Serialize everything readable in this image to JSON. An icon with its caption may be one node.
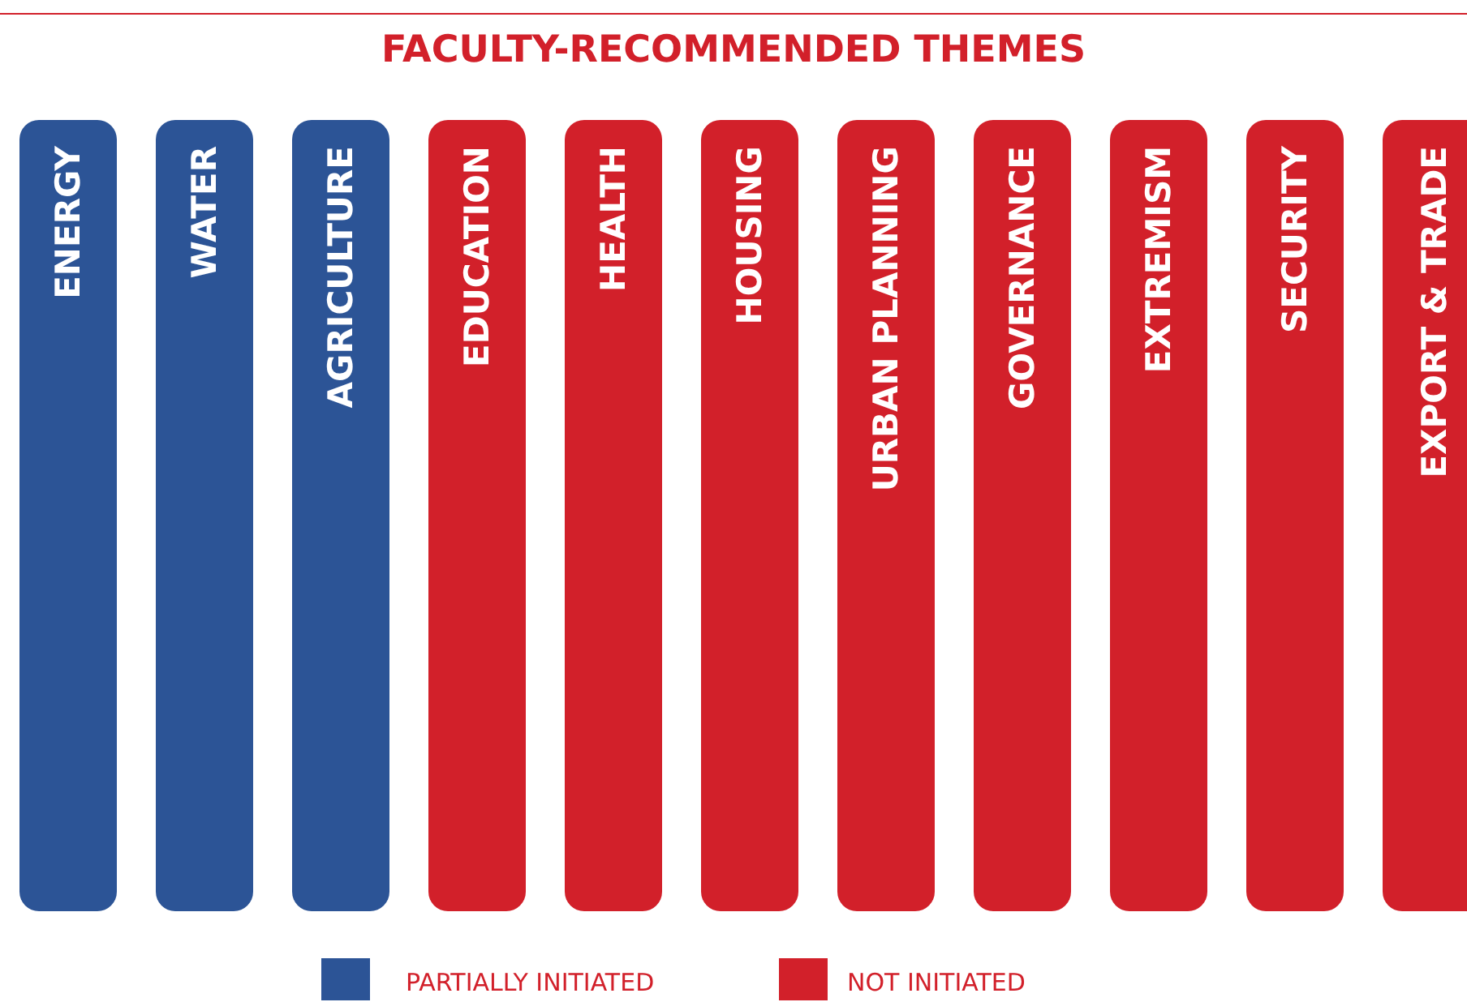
{
  "diagram": {
    "title": "FACULTY-RECOMMENDED THEMES",
    "nodes": [
      {
        "text": [
          "ENERGY"
        ]
      },
      {
        "text": [
          "WATER"
        ]
      },
      {
        "text": [
          "AGRICULTURE"
        ]
      },
      {
        "text": [
          "EDUCATION"
        ]
      },
      {
        "text": [
          "HEALTH"
        ]
      },
      {
        "text": [
          "HOUSING"
        ]
      },
      {
        "text": [
          "URBAN PLANNING"
        ]
      },
      {
        "text": [
          "GOVERNANCE"
        ]
      },
      {
        "text": [
          "EXTREMISM"
        ]
      },
      {
        "text": [
          "SECURITY"
        ]
      },
      {
        "text": [
          "EXPORT & TRADE"
        ]
      }
    ],
    "legend": [
      {
        "text": "PARTIALLY INITIATED",
        "color": "#2c5496"
      },
      {
        "text": "NOT INITIATED",
        "color": "#d2202a"
      }
    ]
  }
}
